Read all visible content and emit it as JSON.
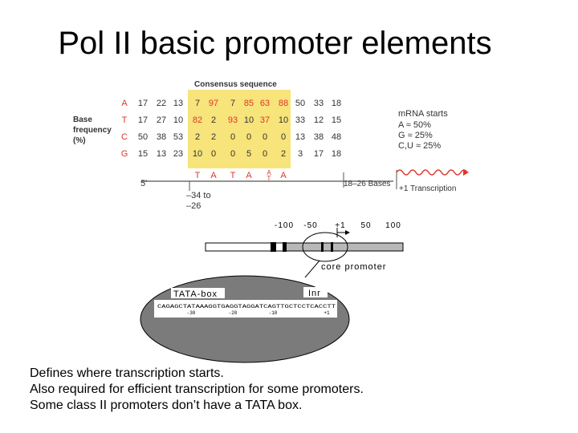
{
  "title": "Pol II basic promoter elements",
  "consensus": {
    "heading": "Consensus sequence",
    "row_label_lines": [
      "Base",
      "frequency",
      "(%)"
    ],
    "rows": [
      {
        "base": "A",
        "values": [
          "17",
          "22",
          "13",
          "7",
          "97",
          "7",
          "85",
          "63",
          "88",
          "50",
          "33",
          "18"
        ]
      },
      {
        "base": "T",
        "values": [
          "17",
          "27",
          "10",
          "82",
          "2",
          "93",
          "10",
          "37",
          "10",
          "33",
          "12",
          "15"
        ]
      },
      {
        "base": "C",
        "values": [
          "50",
          "38",
          "53",
          "2",
          "2",
          "0",
          "0",
          "0",
          "0",
          "13",
          "38",
          "48"
        ]
      },
      {
        "base": "G",
        "values": [
          "15",
          "13",
          "23",
          "10",
          "0",
          "0",
          "5",
          "0",
          "2",
          "3",
          "17",
          "18"
        ]
      }
    ],
    "consensus_letters": [
      "T",
      "A",
      "T",
      "A",
      "A",
      "A"
    ],
    "consensus_alt": "T",
    "five_prime": "5'",
    "position_line1": "–34 to",
    "position_line2": "–26",
    "spacer_label": "18–26 Bases",
    "transcription_label": "+1 Transcription",
    "mrna": {
      "heading": "mRNA starts",
      "lines": [
        "A ≈ 50%",
        "G ≈ 25%",
        "C,U ≈ 25%"
      ]
    },
    "colors": {
      "box": "#f7e47a",
      "highlight": "#e0352b",
      "text": "#333333"
    }
  },
  "promoter": {
    "scale_labels": [
      "-100",
      "-50",
      "+1",
      "50",
      "100"
    ],
    "core_label": "core promoter",
    "tata_label": "TATA-box",
    "inr_label": "Inr",
    "sequence": "CAGAGCTATAAAGGTGAGGTAGGATCAGTTGCTCCTCACCTT",
    "seq_positions": [
      "-30",
      "-20",
      "-10",
      "+1"
    ]
  },
  "caption": [
    "Defines where transcription starts.",
    "Also required for efficient transcription for some promoters.",
    "Some class II promoters don’t have a TATA box."
  ]
}
